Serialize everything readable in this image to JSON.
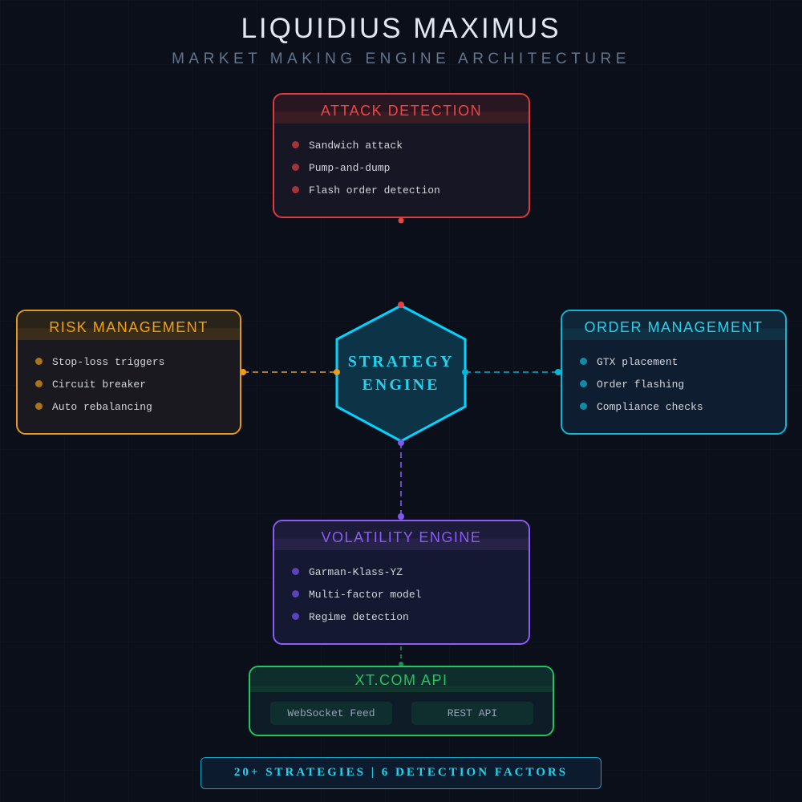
{
  "header": {
    "title": "LIQUIDIUS MAXIMUS",
    "subtitle": "MARKET MAKING ENGINE ARCHITECTURE"
  },
  "center": {
    "line1": "STRATEGY",
    "line2": "ENGINE"
  },
  "modules": {
    "attack": {
      "title": "ATTACK DETECTION",
      "items": [
        "Sandwich attack",
        "Pump-and-dump",
        "Flash order detection"
      ],
      "color": "#ef4444"
    },
    "risk": {
      "title": "RISK MANAGEMENT",
      "items": [
        "Stop-loss triggers",
        "Circuit breaker",
        "Auto rebalancing"
      ],
      "color": "#f59e0b"
    },
    "order": {
      "title": "ORDER MANAGEMENT",
      "items": [
        "GTX placement",
        "Order flashing",
        "Compliance checks"
      ],
      "color": "#06b6d4"
    },
    "volatility": {
      "title": "VOLATILITY ENGINE",
      "items": [
        "Garman-Klass-YZ",
        "Multi-factor model",
        "Regime detection"
      ],
      "color": "#8b5cf6"
    }
  },
  "api": {
    "title": "XT.COM API",
    "chips": [
      "WebSocket Feed",
      "REST API"
    ],
    "color": "#22c55e"
  },
  "footer": {
    "text": "20+ STRATEGIES | 6 DETECTION FACTORS"
  }
}
